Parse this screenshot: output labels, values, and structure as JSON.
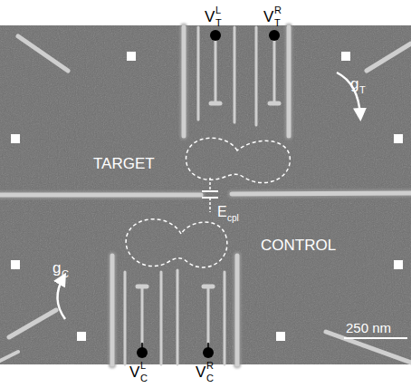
{
  "diagram": {
    "labels": [
      "V",
      "T",
      "L",
      "V",
      "T",
      "R",
      "g",
      "T",
      "TARGET",
      "E",
      "cpl",
      "CONTROL",
      "g",
      "C",
      "V",
      "C",
      "L",
      "V",
      "C",
      "R",
      "250 nm"
    ]
  }
}
